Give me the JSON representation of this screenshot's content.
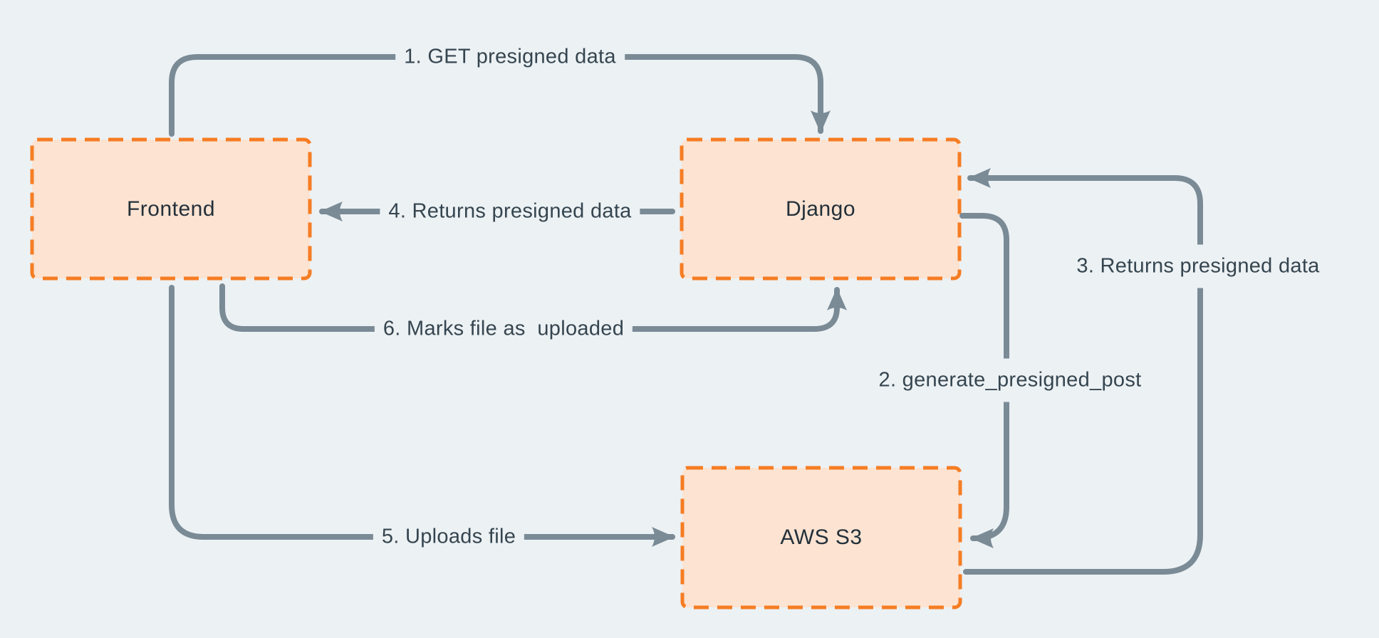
{
  "theme": {
    "colors": {
      "bg": "#ECF1F4",
      "node-fill": "#FCE3D2",
      "node-border": "#F67D23",
      "line": "#7A8B96",
      "edge-text": "#35454F",
      "node-text": "#23303A"
    }
  },
  "diagram": {
    "type": "flow-diagram",
    "description": "Presigned upload flow between Frontend, Django and AWS S3",
    "nodes": [
      {
        "id": "frontend",
        "label": "Frontend"
      },
      {
        "id": "django",
        "label": "Django"
      },
      {
        "id": "aws-s3",
        "label": "AWS S3"
      }
    ],
    "edges": [
      {
        "id": "1",
        "label": "1. GET presigned data",
        "from": "Frontend",
        "to": "Django"
      },
      {
        "id": "2",
        "label": "2. generate_presigned_post",
        "from": "Django",
        "to": "AWS S3"
      },
      {
        "id": "3",
        "label": "3. Returns presigned data",
        "from": "AWS S3",
        "to": "Django"
      },
      {
        "id": "4",
        "label": "4. Returns presigned data",
        "from": "Django",
        "to": "Frontend"
      },
      {
        "id": "5",
        "label": "5. Uploads file",
        "from": "Frontend",
        "to": "AWS S3"
      },
      {
        "id": "6",
        "label": "6. Marks file as  uploaded",
        "from": "Frontend",
        "to": "Django"
      }
    ]
  }
}
